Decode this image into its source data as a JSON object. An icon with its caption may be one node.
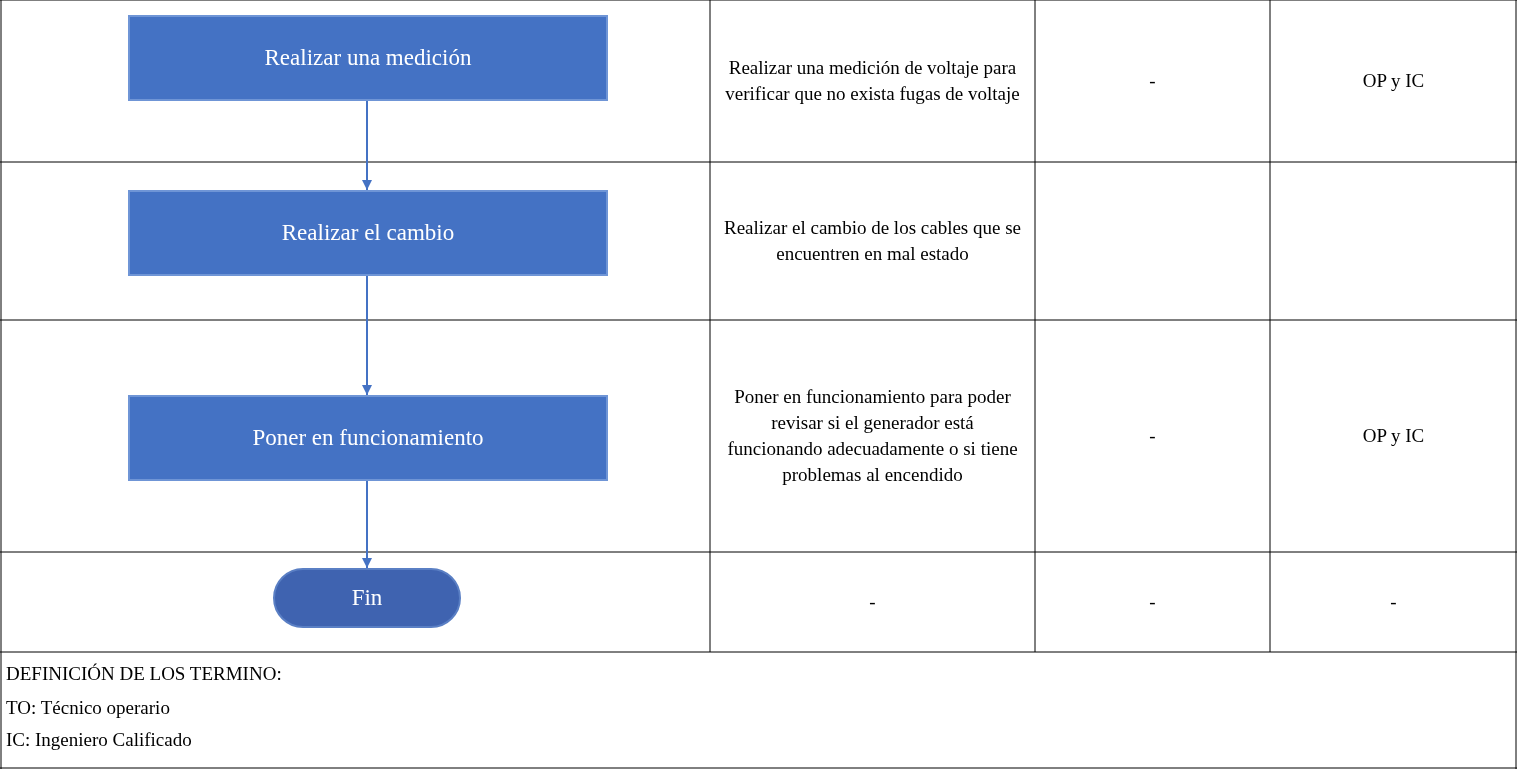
{
  "diagram": {
    "nodes": [
      {
        "text": [
          "Realizar una medición"
        ]
      },
      {
        "text": [
          "Realizar el cambio"
        ]
      },
      {
        "text": [
          "Poner en funcionamiento"
        ]
      },
      {
        "text": [
          "Fin"
        ]
      }
    ],
    "edges": [
      {
        "from": 0,
        "to": 1,
        "arrow": "to"
      },
      {
        "from": 1,
        "to": 2,
        "arrow": "to"
      },
      {
        "from": 2,
        "to": 3,
        "arrow": "to"
      }
    ],
    "labels": [
      "Realizar una medición de voltaje para verificar que no exista fugas de voltaje",
      "-",
      "OP y IC",
      "Realizar el cambio de los cables que se encuentren en mal estado",
      "Poner en funcionamiento para poder revisar si el generador está funcionando adecuadamente o si tiene problemas al encendido",
      "-",
      "OP y IC",
      "-",
      "-",
      "-",
      "DEFINICIÓN DE LOS TERMINO:",
      "TO: Técnico operario",
      "IC: Ingeniero Calificado"
    ]
  }
}
